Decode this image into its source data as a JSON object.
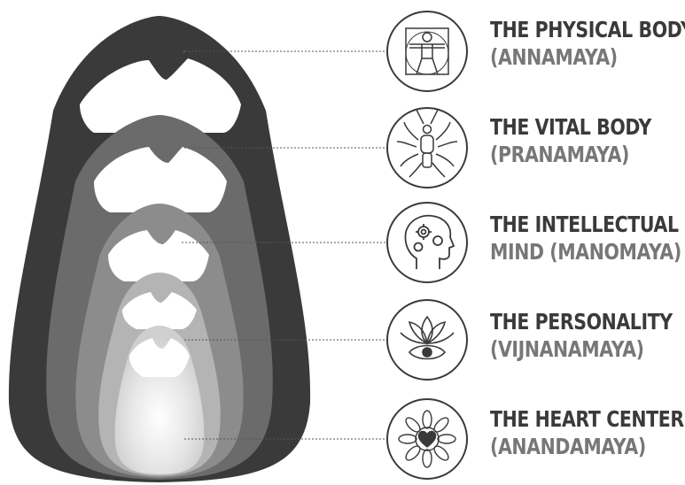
{
  "layers": [
    {
      "title": "THE PHYSICAL BODY",
      "subtitle": "(ANNAMAYA)",
      "icon": "vitruvian-man-icon",
      "color": "#3a3a3a"
    },
    {
      "title": "THE VITAL BODY",
      "subtitle": "(PRANAMAYA)",
      "icon": "energy-body-icon",
      "color": "#6b6b6b"
    },
    {
      "title": "THE INTELLECTUAL",
      "subtitle": "MIND (MANOMAYA)",
      "icon": "head-gears-icon",
      "color": "#8c8c8c"
    },
    {
      "title": "THE PERSONALITY",
      "subtitle": "(VIJNANAMAYA)",
      "icon": "lotus-eye-icon",
      "color": "#b4b4b4"
    },
    {
      "title": "THE HEART CENTER",
      "subtitle": "(ANANDAMAYA)",
      "icon": "heart-flower-icon",
      "color": "#d6d6d6"
    }
  ]
}
